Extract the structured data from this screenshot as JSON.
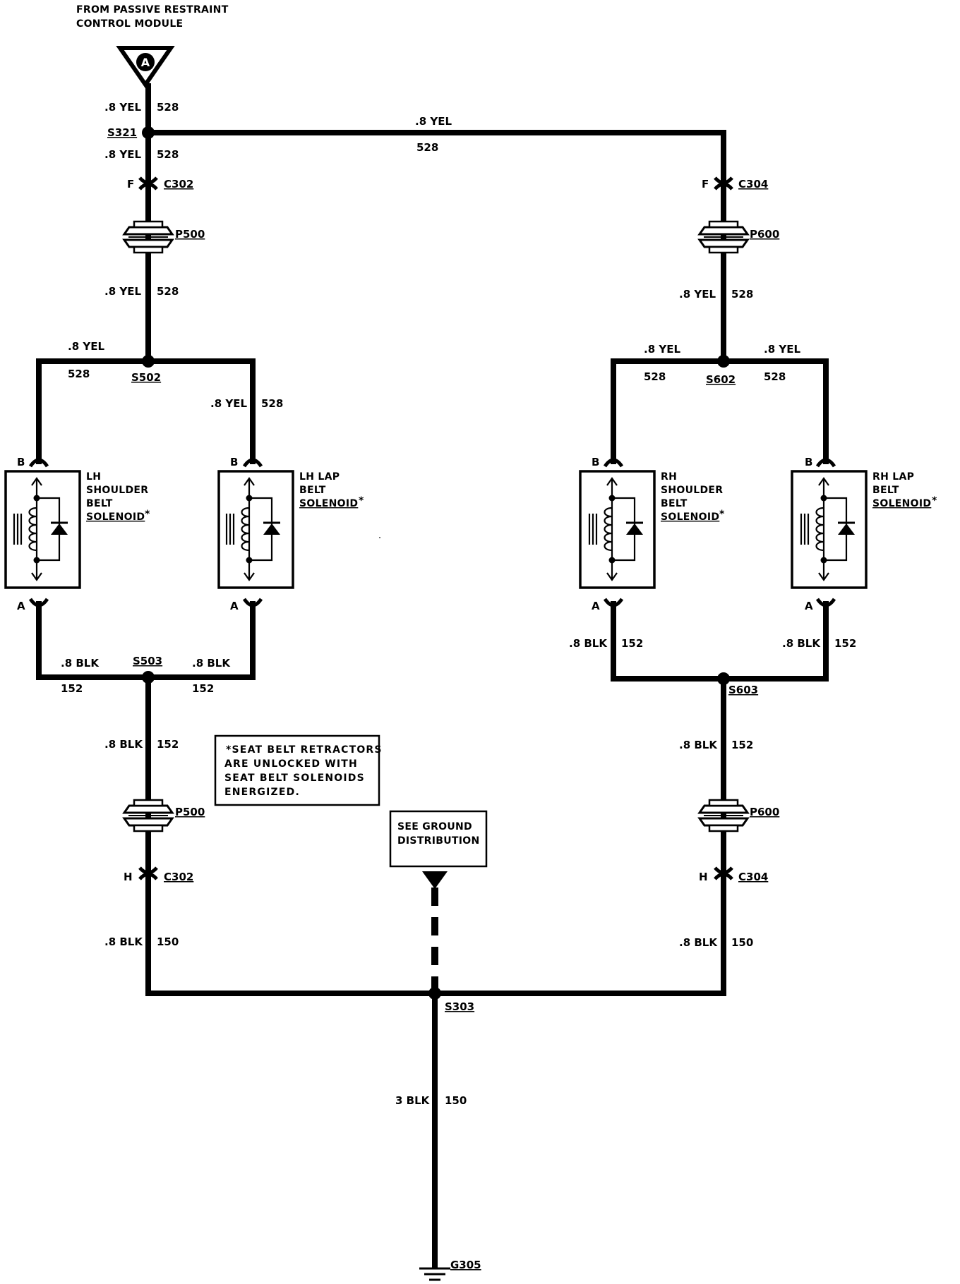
{
  "source": {
    "line1": "FROM PASSIVE RESTRAINT",
    "line2": "CONTROL MODULE",
    "terminal": "A"
  },
  "wires": {
    "yel": ".8 YEL",
    "c528": "528",
    "blk": ".8 BLK",
    "c152": "152",
    "c150": "150",
    "blk3": "3 BLK"
  },
  "splices": {
    "s321": "S321",
    "s502": "S502",
    "s602": "S602",
    "s503": "S503",
    "s603": "S603",
    "s303": "S303"
  },
  "connectors": {
    "c302": "C302",
    "c304": "C304",
    "p500": "P500",
    "p600": "P600",
    "pin_f": "F",
    "pin_h": "H",
    "pin_a": "A",
    "pin_b": "B"
  },
  "solenoids": {
    "lh_shoulder": [
      "LH",
      "SHOULDER",
      "BELT",
      "SOLENOID"
    ],
    "lh_lap": [
      "LH LAP",
      "BELT",
      "SOLENOID"
    ],
    "rh_shoulder": [
      "RH",
      "SHOULDER",
      "BELT",
      "SOLENOID"
    ],
    "rh_lap": [
      "RH LAP",
      "BELT",
      "SOLENOID"
    ],
    "asterisk": "*"
  },
  "note": {
    "line1": "*SEAT BELT RETRACTORS",
    "line2": "ARE UNLOCKED WITH",
    "line3": "SEAT BELT SOLENOIDS",
    "line4": "ENERGIZED."
  },
  "ground": {
    "see1": "SEE GROUND",
    "see2": "DISTRIBUTION",
    "g305": "G305"
  }
}
